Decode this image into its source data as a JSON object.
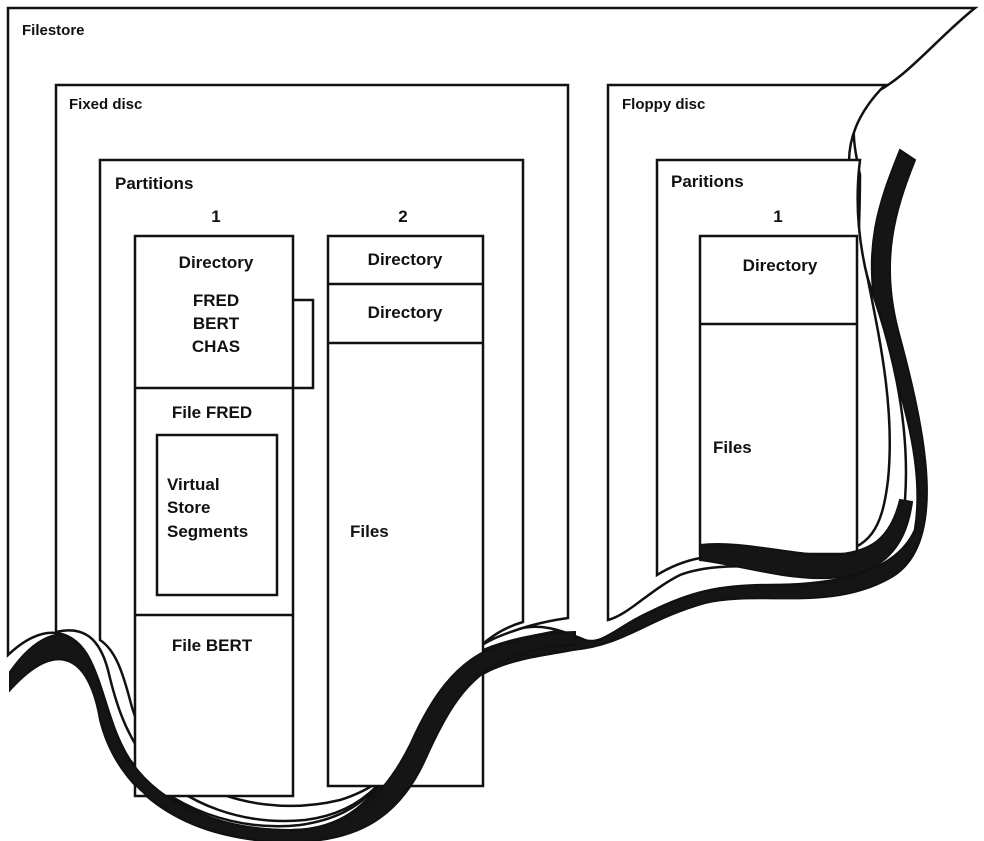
{
  "diagram": {
    "filestore": {
      "label": "Filestore"
    },
    "fixed_disc": {
      "label": "Fixed disc",
      "partitions": {
        "label": "Partitions",
        "partition_1": {
          "number": "1",
          "directory_label": "Directory",
          "entries": [
            "FRED",
            "BERT",
            "CHAS"
          ],
          "file_fred": {
            "label": "File FRED",
            "segments": [
              "Virtual",
              "Store",
              "Segments"
            ]
          },
          "file_bert": {
            "label": "File BERT"
          }
        },
        "partition_2": {
          "number": "2",
          "directory_1_label": "Directory",
          "directory_2_label": "Directory",
          "files_label": "Files"
        }
      }
    },
    "floppy_disc": {
      "label": "Floppy disc",
      "partitions": {
        "label": "Paritions",
        "partition_1": {
          "number": "1",
          "directory_label": "Directory",
          "files_label": "Files"
        }
      }
    },
    "colors": {
      "ink": "#111111",
      "paper": "#ffffff"
    }
  }
}
